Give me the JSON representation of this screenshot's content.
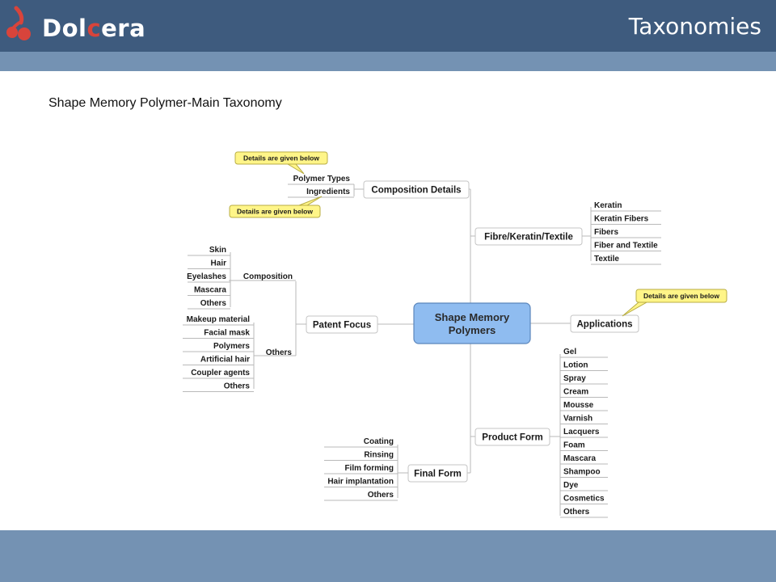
{
  "header": {
    "logo_prefix": "Dol",
    "logo_accent": "c",
    "logo_suffix": "era",
    "title": "Taxonomies"
  },
  "slide": {
    "subtitle": "Shape Memory Polymer-Main Taxonomy"
  },
  "colors": {
    "header": "#3e5b7e",
    "band": "#7492b3",
    "logo_accent": "#d8443b",
    "central_node": "#8fbcf0",
    "callout": "#fff588"
  },
  "diagram": {
    "center": [
      "Shape Memory",
      "Polymers"
    ],
    "callout_text": "Details are given below",
    "composition_details": {
      "label": "Composition Details",
      "children": [
        "Polymer Types",
        "Ingredients"
      ]
    },
    "fibre": {
      "label": "Fibre/Keratin/Textile",
      "children": [
        "Keratin",
        "Keratin Fibers",
        "Fibers",
        "Fiber and Textile",
        "Textile"
      ]
    },
    "applications": {
      "label": "Applications"
    },
    "patent_focus": {
      "label": "Patent Focus",
      "composition": {
        "label": "Composition",
        "children": [
          "Skin",
          "Hair",
          "Eyelashes",
          "Mascara",
          "Others"
        ]
      },
      "others": {
        "label": "Others",
        "children": [
          "Makeup material",
          "Facial mask",
          "Polymers",
          "Artificial hair",
          "Coupler agents",
          "Others"
        ]
      }
    },
    "product_form": {
      "label": "Product Form",
      "children": [
        "Gel",
        "Lotion",
        "Spray",
        "Cream",
        "Mousse",
        "Varnish",
        "Lacquers",
        "Foam",
        "Mascara",
        "Shampoo",
        "Dye",
        "Cosmetics",
        "Others"
      ]
    },
    "final_form": {
      "label": "Final Form",
      "children": [
        "Coating",
        "Rinsing",
        "Film forming",
        "Hair implantation",
        "Others"
      ]
    }
  }
}
